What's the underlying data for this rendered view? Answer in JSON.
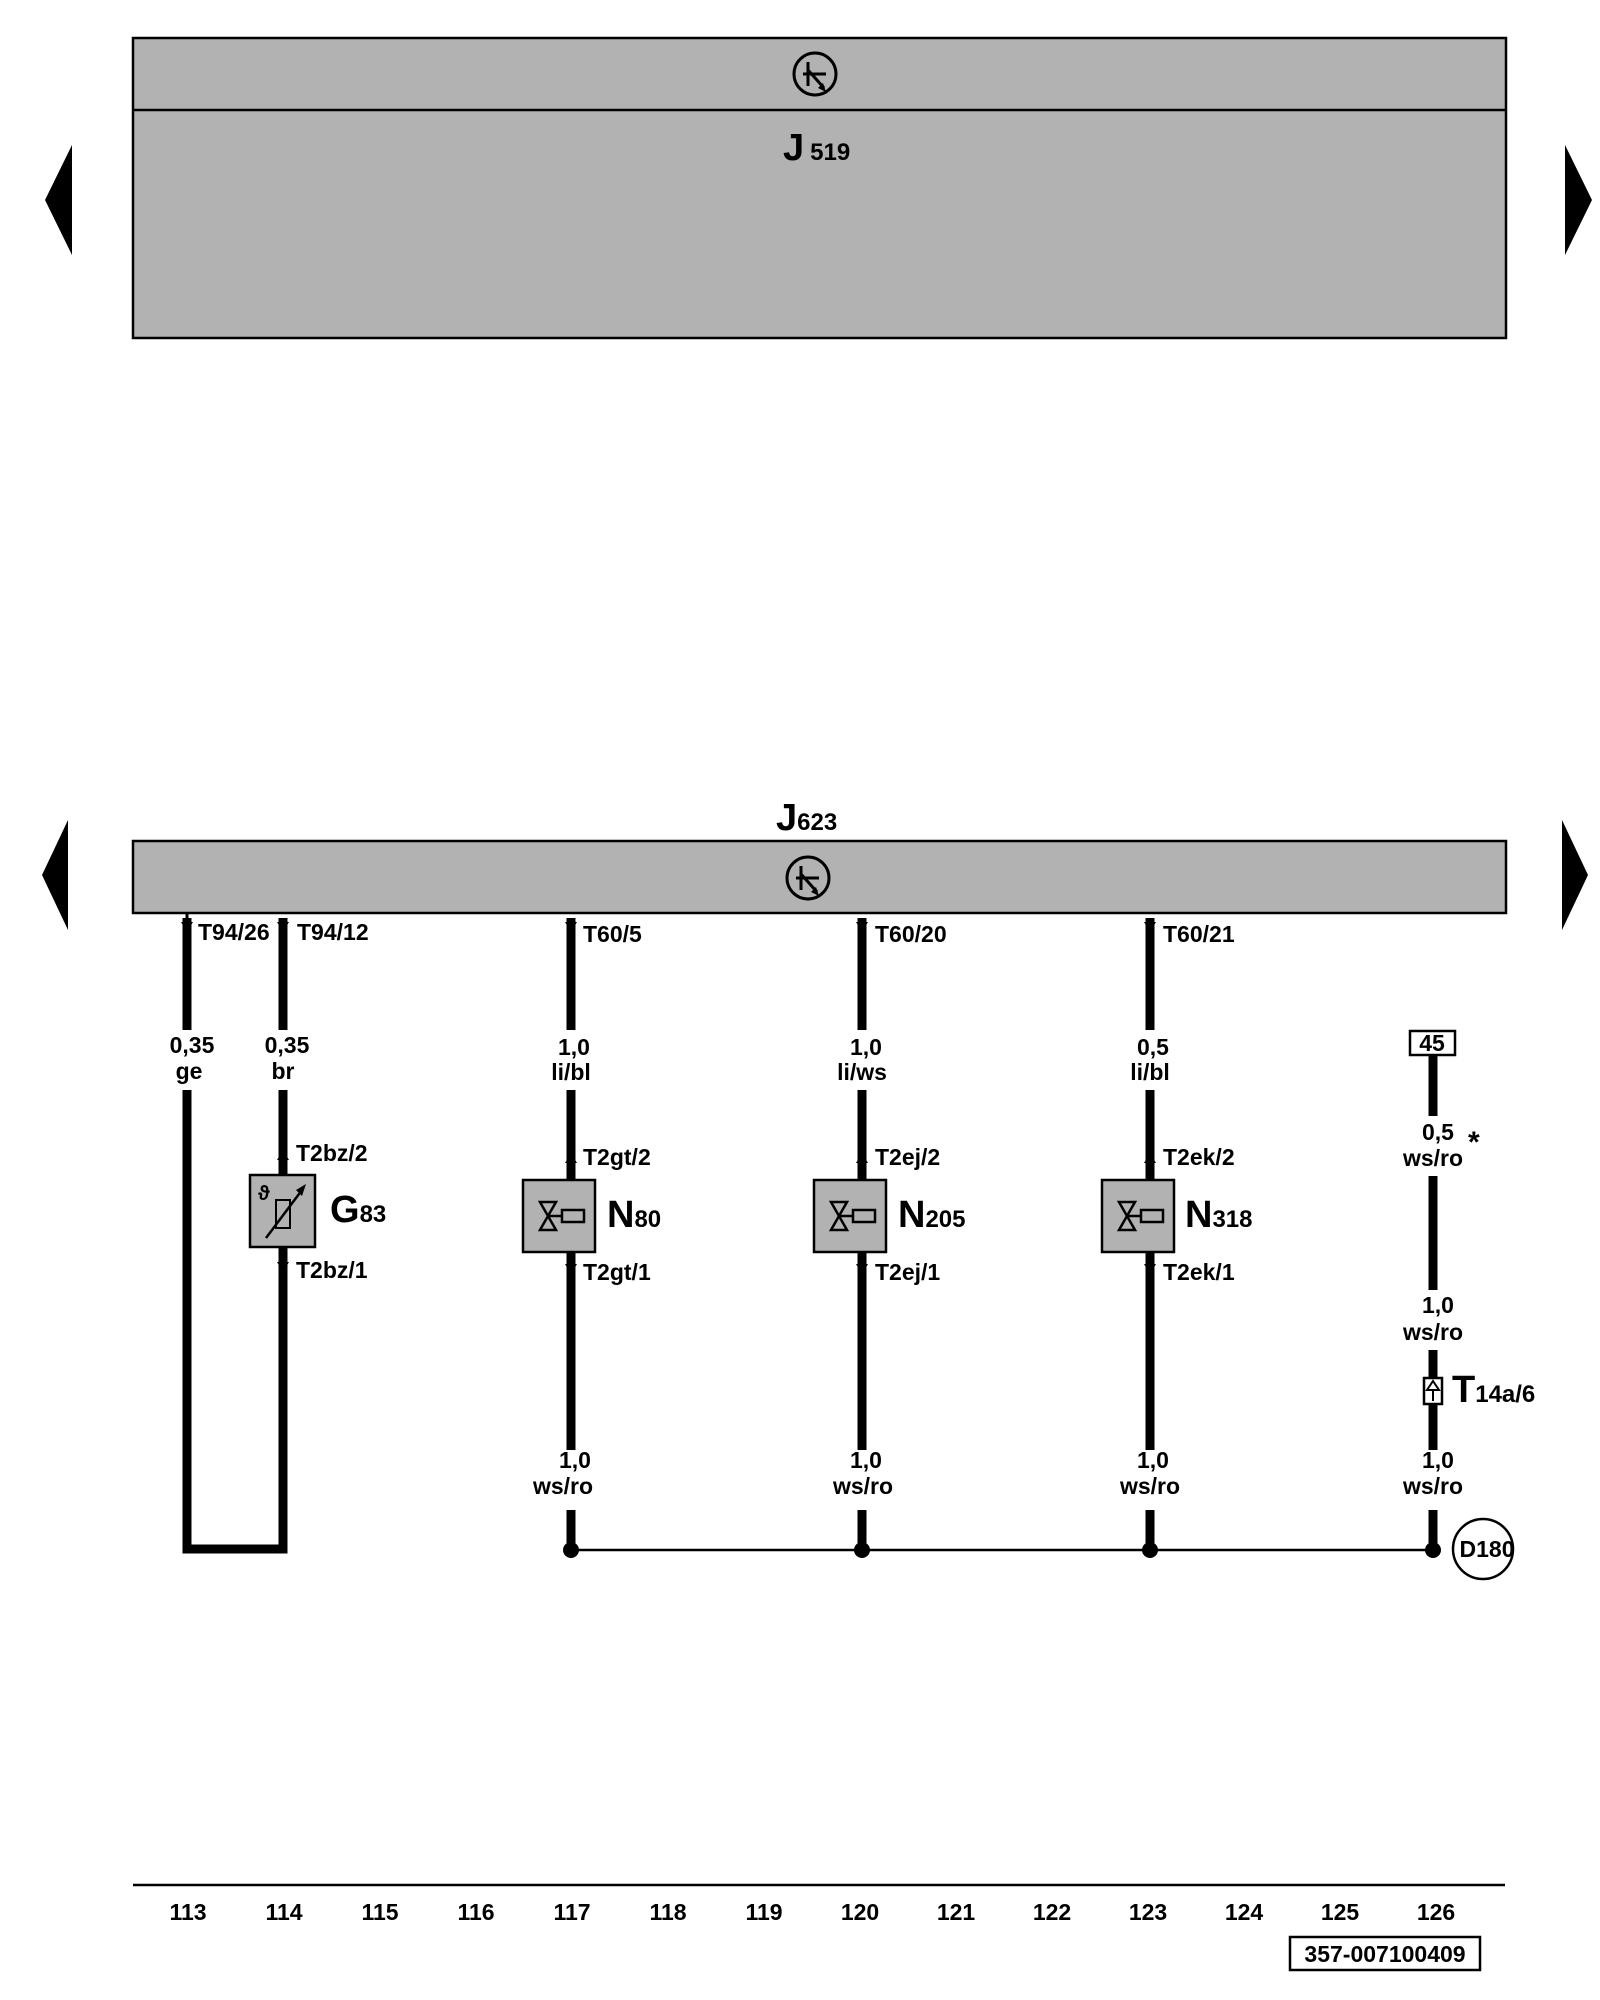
{
  "top_ecu": {
    "label_main": "J",
    "label_sub": "519",
    "icon": "transistor-icon"
  },
  "bottom_ecu": {
    "label_main": "J",
    "label_sub": "623",
    "icon": "transistor-icon"
  },
  "nav": {
    "left_arrow": "nav-left-arrow-icon",
    "right_arrow": "nav-right-arrow-icon"
  },
  "wires": {
    "c113": {
      "pin_top": "T94/26",
      "size": "0,35",
      "color": "ge"
    },
    "c114": {
      "pin_top": "T94/12",
      "size": "0,35",
      "color": "br",
      "pin_mid_top": "T2bz/2",
      "pin_mid_bot": "T2bz/1"
    },
    "c117": {
      "pin_top": "T60/5",
      "size1": "1,0",
      "color1": "li/bl",
      "pin_mid_top": "T2gt/2",
      "pin_mid_bot": "T2gt/1",
      "size2": "1,0",
      "color2": "ws/ro"
    },
    "c120": {
      "pin_top": "T60/20",
      "size1": "1,0",
      "color1": "li/ws",
      "pin_mid_top": "T2ej/2",
      "pin_mid_bot": "T2ej/1",
      "size2": "1,0",
      "color2": "ws/ro"
    },
    "c123": {
      "pin_top": "T60/21",
      "size1": "0,5",
      "color1": "li/bl",
      "pin_mid_top": "T2ek/2",
      "pin_mid_bot": "T2ek/1",
      "size2": "1,0",
      "color2": "ws/ro"
    },
    "c126": {
      "terminal": "45",
      "size1": "0,5",
      "color1": "ws/ro",
      "star": "*",
      "size2": "1,0",
      "color2": "ws/ro",
      "conn_main": "T",
      "conn_sub": "14a/6",
      "size3": "1,0",
      "color3": "ws/ro",
      "ground": "D180"
    }
  },
  "components": [
    {
      "main": "G",
      "sub": "83",
      "icon": "temperature-sensor-icon"
    },
    {
      "main": "N",
      "sub": "80",
      "icon": "solenoid-valve-icon"
    },
    {
      "main": "N",
      "sub": "205",
      "icon": "solenoid-valve-icon"
    },
    {
      "main": "N",
      "sub": "318",
      "icon": "solenoid-valve-icon"
    }
  ],
  "grid_numbers": [
    "113",
    "114",
    "115",
    "116",
    "117",
    "118",
    "119",
    "120",
    "121",
    "122",
    "123",
    "124",
    "125",
    "126"
  ],
  "doc_id": "357-007100409"
}
